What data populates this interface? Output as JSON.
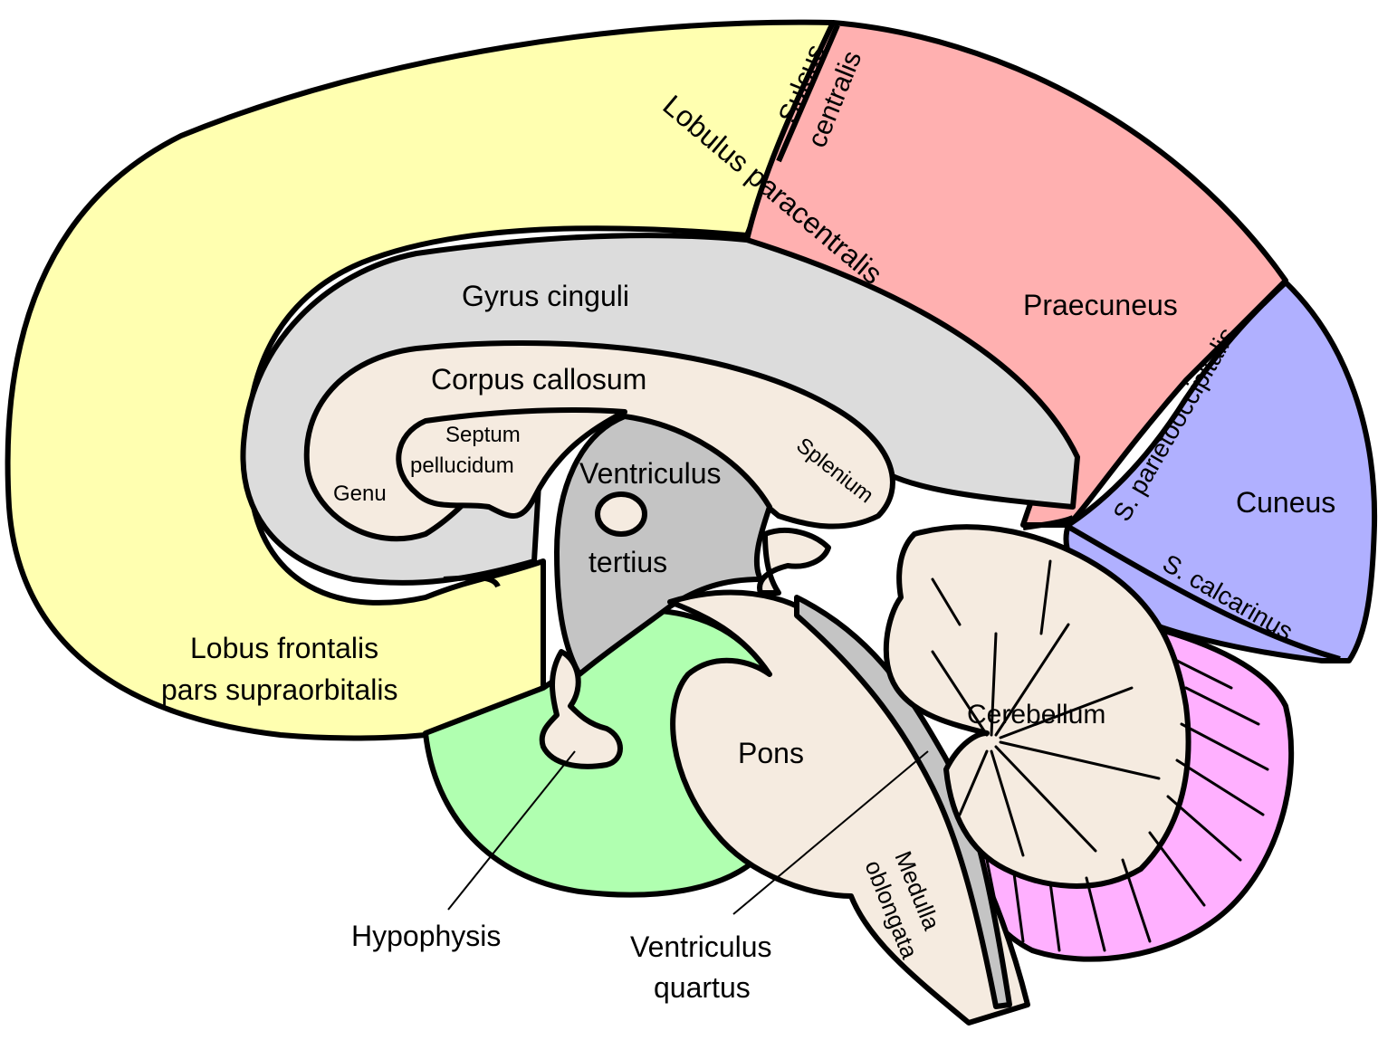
{
  "diagram": {
    "title": "Medial view of the human brain (sagittal section)",
    "colors": {
      "frontal": "#ffffb0",
      "parietal": "#ffb0b0",
      "occipital": "#b0b0ff",
      "cingulate": "#dcdcdc",
      "white_matter": "#f5ebe0",
      "ventricle": "#c4c4c4",
      "hypothalamus": "#b0ffb0",
      "cerebellum_cortex": "#ffb0ff",
      "outline": "#000000",
      "background": "#ffffff"
    },
    "labels": {
      "sulcus": "Sulcus",
      "centralis": "centralis",
      "lobulus_paracentralis": "Lobulus paracentralis",
      "gyrus_cinguli": "Gyrus cinguli",
      "praecuneus": "Praecuneus",
      "corpus_callosum": "Corpus callosum",
      "septum": "Septum",
      "pellucidum": "pellucidum",
      "genu": "Genu",
      "splenium": "Splenium",
      "ventriculus": "Ventriculus",
      "tertius": "tertius",
      "s_parietooccipitalis": "S. parietooccipitalis",
      "cuneus": "Cuneus",
      "s_calcarinus": "S. calcarinus",
      "lobus_frontalis_1": "Lobus frontalis",
      "lobus_frontalis_2": "pars supraorbitalis",
      "cerebellum": "Cerebellum",
      "pons": "Pons",
      "medulla": "Medulla",
      "oblongata": "oblongata",
      "hypophysis": "Hypophysis",
      "ventriculus_q": "Ventriculus",
      "quartus": "quartus"
    }
  }
}
